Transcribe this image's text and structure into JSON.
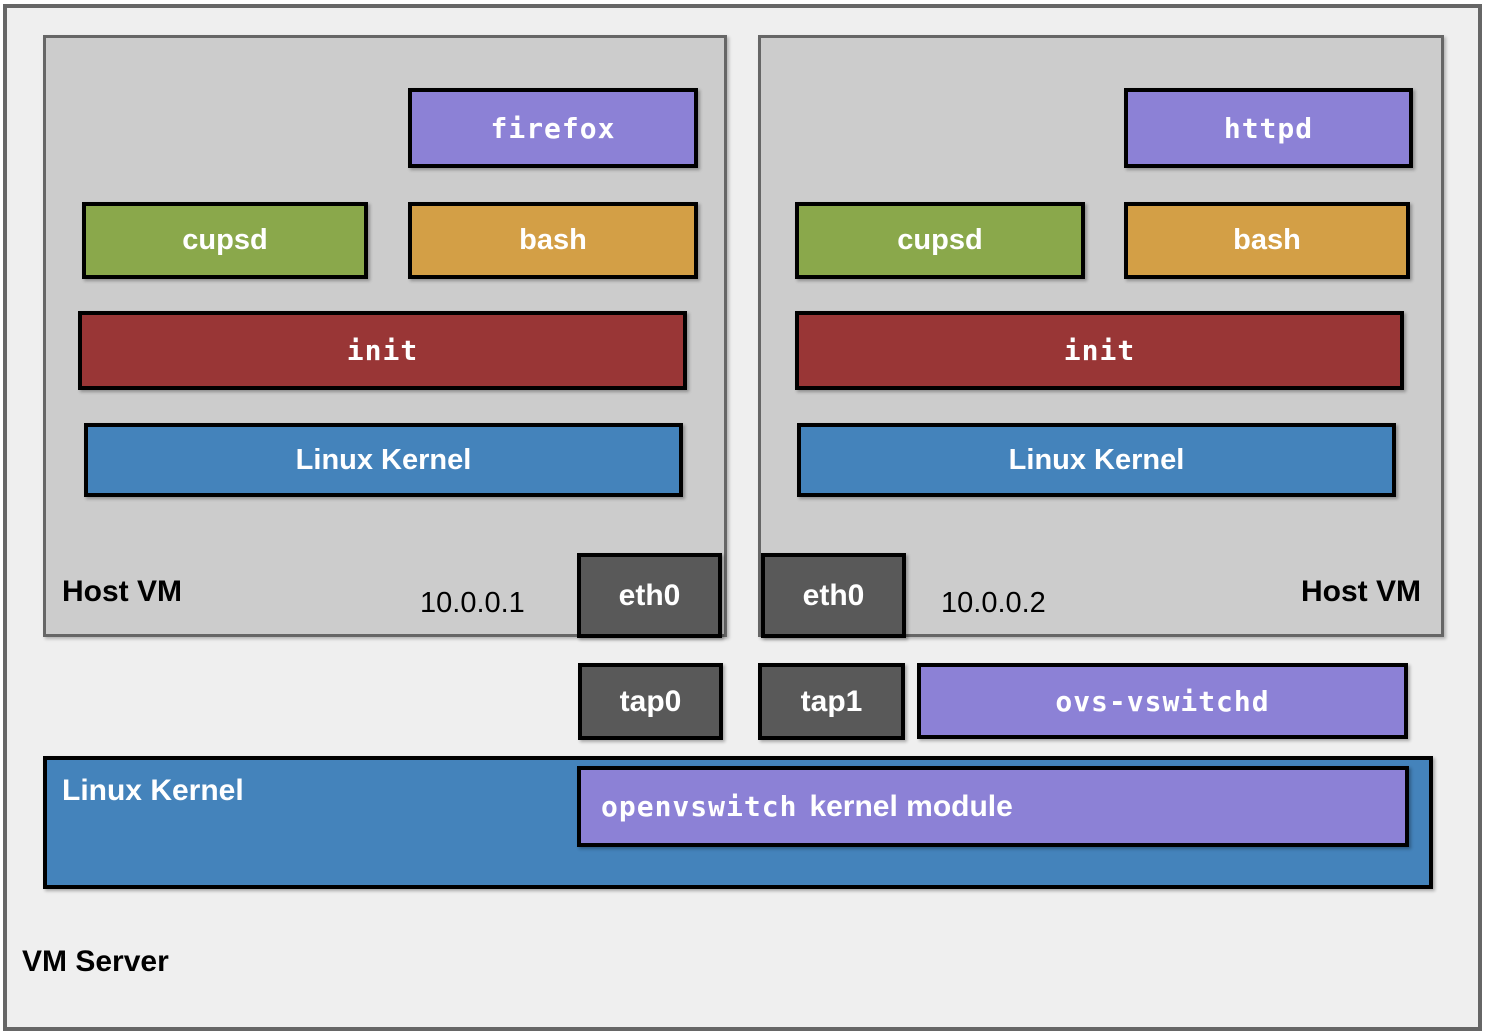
{
  "diagram": {
    "server_label": "VM Server",
    "host_vms": [
      {
        "label": "Host VM",
        "ip": "10.0.0.1",
        "app": "firefox",
        "cupsd": "cupsd",
        "bash": "bash",
        "init": "init",
        "kernel": "Linux Kernel",
        "nic": "eth0"
      },
      {
        "label": "Host VM",
        "ip": "10.0.0.2",
        "app": "httpd",
        "cupsd": "cupsd",
        "bash": "bash",
        "init": "init",
        "kernel": "Linux Kernel",
        "nic": "eth0"
      }
    ],
    "taps": [
      "tap0",
      "tap1"
    ],
    "ovs_daemon": "ovs-vswitchd",
    "server_kernel": {
      "label": "Linux Kernel",
      "module_mono": "openvswitch",
      "module_rest": "kernel module"
    },
    "colors": {
      "process_purple": "#8c81d6",
      "process_green": "#8aa84b",
      "process_orange": "#d39f46",
      "process_red": "#993636",
      "kernel_blue": "#4483bb",
      "nic_gray": "#595959",
      "hostvm_bg": "#cccccc",
      "server_bg": "#efefef",
      "frame_border": "#666666",
      "box_border": "#000000"
    }
  }
}
